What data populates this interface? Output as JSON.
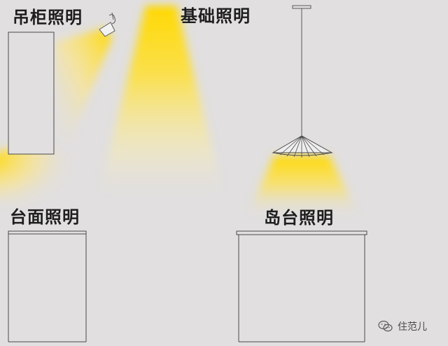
{
  "labels": {
    "cabinet_lighting": "吊柜照明",
    "ambient_lighting": "基础照明",
    "countertop_lighting": "台面照明",
    "island_lighting": "岛台照明"
  },
  "watermark": {
    "text": "住范儿",
    "icon": "wechat-icon"
  },
  "colors": {
    "background": "#e1dfdf",
    "light": "#ffd400",
    "line": "#5a5a5a",
    "text": "#1e1e1e"
  }
}
